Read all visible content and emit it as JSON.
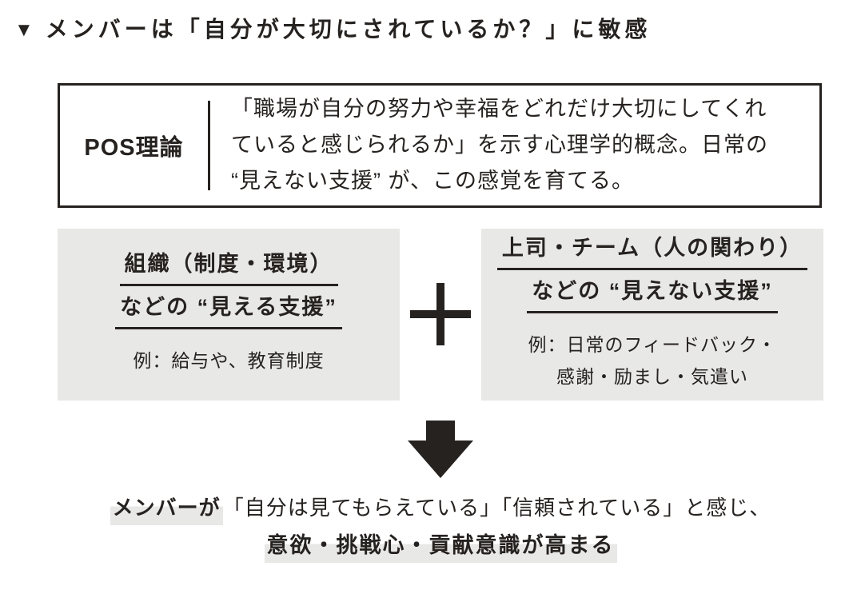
{
  "colors": {
    "ink": "#262220",
    "panel": "#e8e8e6"
  },
  "title": {
    "marker": "▼",
    "text": "メンバーは「自分が大切にされているか？」に敏感"
  },
  "pos_box": {
    "label": "POS理論",
    "description_lines": [
      "「職場が自分の努力や幸福をどれだけ大切にしてくれ",
      "ていると感じられるか」を示す心理学的概念。日常の",
      "“見えない支援” が、この感覚を育てる。"
    ]
  },
  "visible_support_box": {
    "heading_line1": "組織（制度・環境）",
    "heading_line2": "などの “見える支援”",
    "example_lines": [
      "例：給与や、教育制度"
    ]
  },
  "operator": "＋",
  "invisible_support_box": {
    "heading_line1": "上司・チーム（人の関わり）",
    "heading_line2": "などの “見えない支援”",
    "example_lines": [
      "例：日常のフィードバック・",
      "感謝・励まし・気遣い"
    ]
  },
  "conclusion": {
    "line1_highlighted": "メンバーが",
    "line1_rest": "「自分は見てもらえている」「信頼されている」と感じ、",
    "line2": "意欲・挑戦心・貢献意識が高まる"
  }
}
